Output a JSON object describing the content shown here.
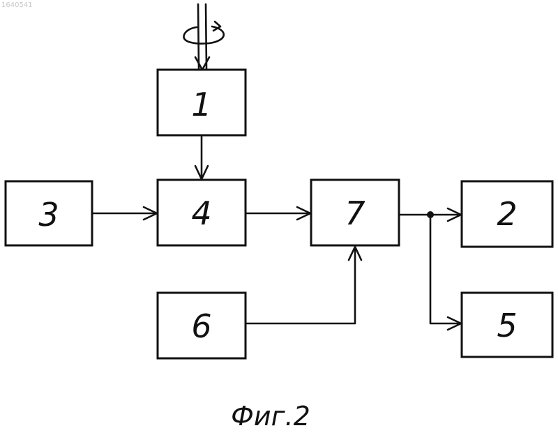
{
  "document": {
    "patent_number": "1640541",
    "caption": "Фиг.2"
  },
  "blocks": [
    {
      "id": "1",
      "label": "1"
    },
    {
      "id": "2",
      "label": "2"
    },
    {
      "id": "3",
      "label": "3"
    },
    {
      "id": "4",
      "label": "4"
    },
    {
      "id": "5",
      "label": "5"
    },
    {
      "id": "6",
      "label": "6"
    },
    {
      "id": "7",
      "label": "7"
    }
  ],
  "connections": [
    {
      "from": "input-shaft",
      "to": "1"
    },
    {
      "from": "1",
      "to": "4"
    },
    {
      "from": "3",
      "to": "4"
    },
    {
      "from": "4",
      "to": "7"
    },
    {
      "from": "6",
      "to": "7"
    },
    {
      "from": "7",
      "to": "2"
    },
    {
      "from": "7",
      "to": "5"
    }
  ],
  "colors": {
    "ink": "#111111",
    "background": "#ffffff"
  }
}
